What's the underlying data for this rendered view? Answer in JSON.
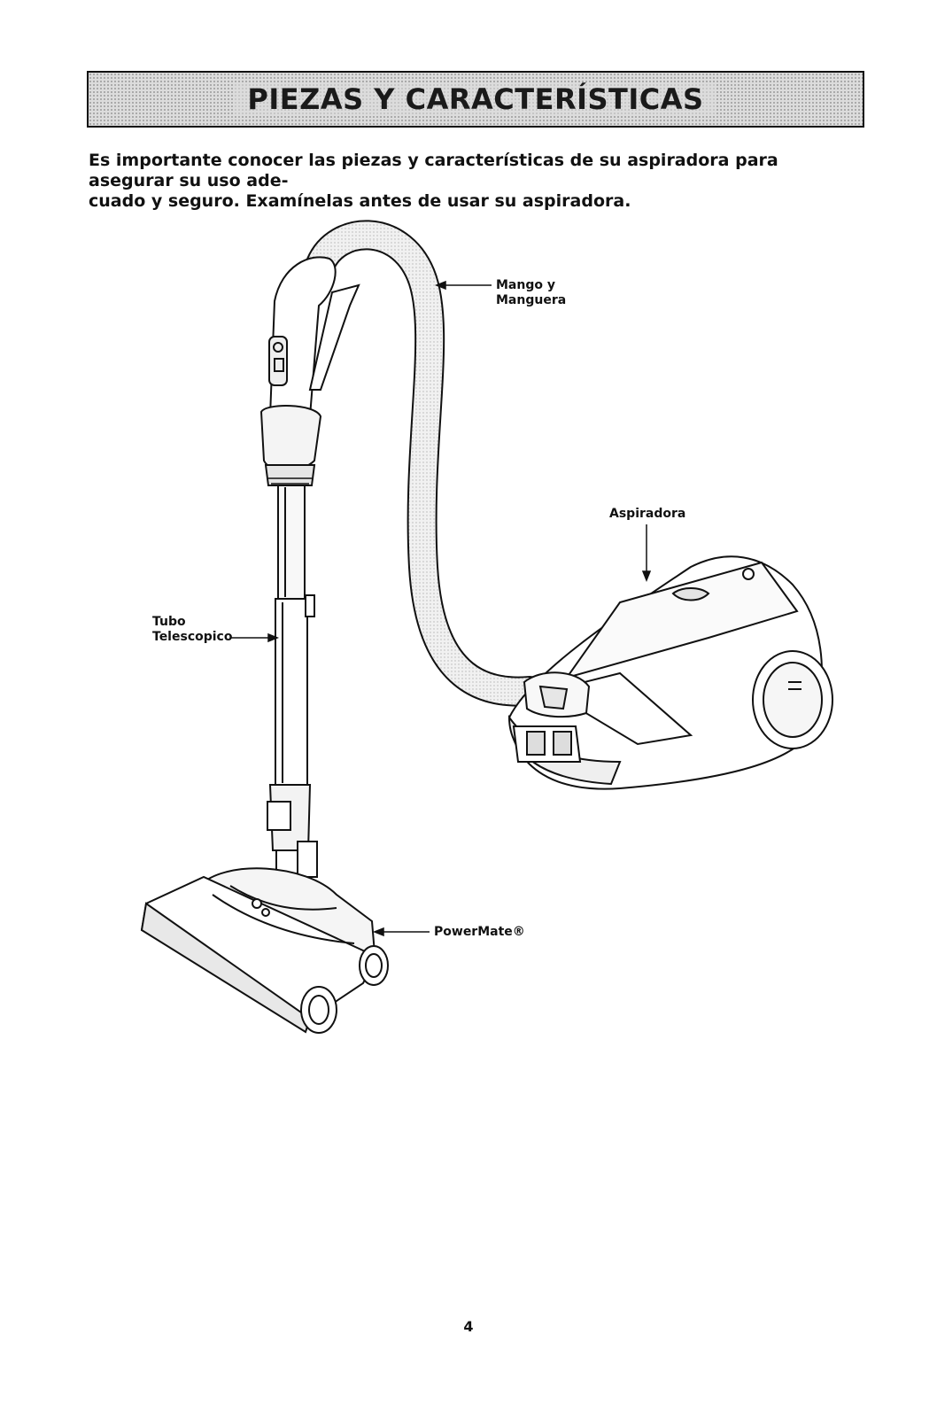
{
  "header": {
    "title": "PIEZAS Y CARACTERÍSTICAS"
  },
  "intro": {
    "line1": "Es importante conocer las piezas y características de su aspiradora para asegurar su uso ade-",
    "line2": "cuado y seguro. Examínelas antes de usar su aspiradora."
  },
  "labels": {
    "mango_line1": "Mango y",
    "mango_line2": "Manguera",
    "aspiradora": "Aspiradora",
    "tubo_line1": "Tubo",
    "tubo_line2": "Telescopico",
    "powermate": "PowerMate®"
  },
  "footer": {
    "page_number": "4"
  }
}
